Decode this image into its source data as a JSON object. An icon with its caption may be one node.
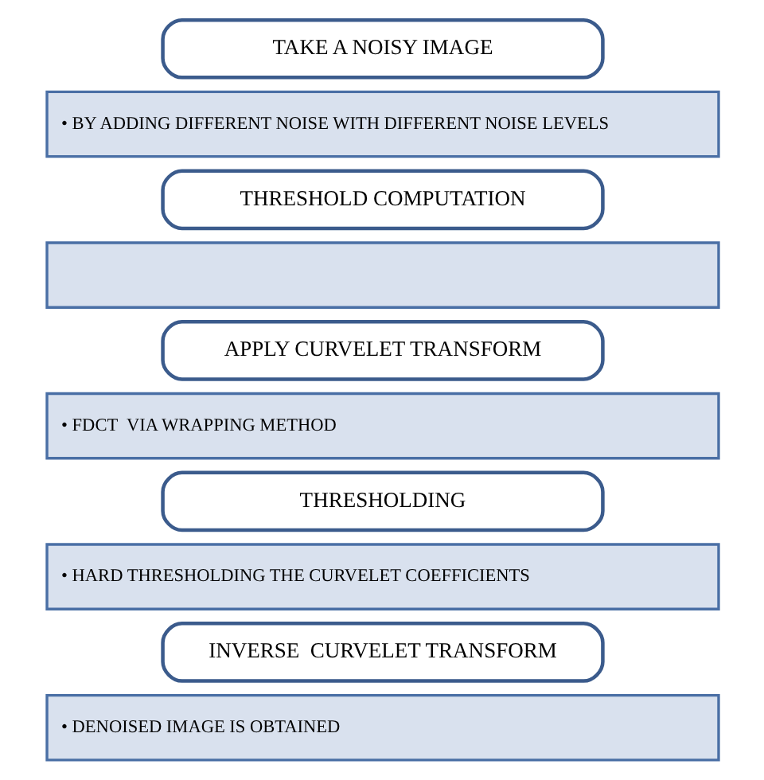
{
  "diagram": {
    "nodes": [
      {
        "text": [
          "TAKE A NOISY IMAGE"
        ]
      },
      {
        "text": [
          "• BY ADDING DIFFERENT NOISE WITH DIFFERENT NOISE LEVELS"
        ]
      },
      {
        "text": [
          "THRESHOLD COMPUTATION"
        ]
      },
      {
        "text": [],
        "shape": "band"
      },
      {
        "text": [
          "APPLY CURVELET TRANSFORM"
        ]
      },
      {
        "text": [
          "• FDCT  VIA WRAPPING METHOD"
        ]
      },
      {
        "text": [
          "THRESHOLDING"
        ]
      },
      {
        "text": [
          "• HARD THRESHOLDING THE CURVELET COEFFICIENTS"
        ]
      },
      {
        "text": [
          "INVERSE  CURVELET TRANSFORM"
        ]
      },
      {
        "text": [
          "• DENOISED IMAGE IS OBTAINED"
        ]
      }
    ]
  }
}
